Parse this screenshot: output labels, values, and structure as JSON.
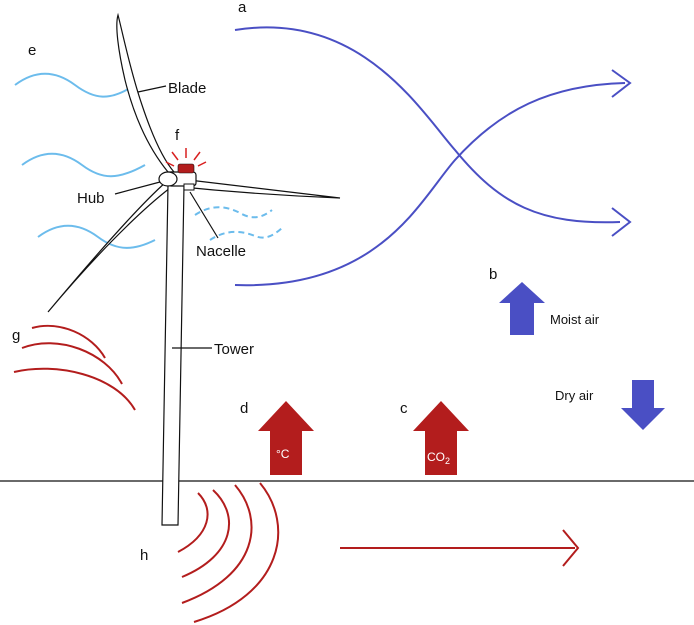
{
  "letters": {
    "a": "a",
    "b": "b",
    "c": "c",
    "d": "d",
    "e": "e",
    "f": "f",
    "g": "g",
    "h": "h"
  },
  "labels": {
    "blade": "Blade",
    "hub": "Hub",
    "nacelle": "Nacelle",
    "tower": "Tower",
    "moist_air": "Moist air",
    "dry_air": "Dry air",
    "temp": "°C",
    "co2_main": "CO",
    "co2_sub": "2"
  },
  "colors": {
    "wind_blue": "#4a4fc4",
    "breeze_blue": "#6cbcec",
    "heat_red": "#b31d1d",
    "light_red": "#d82020",
    "outline": "#111111"
  }
}
